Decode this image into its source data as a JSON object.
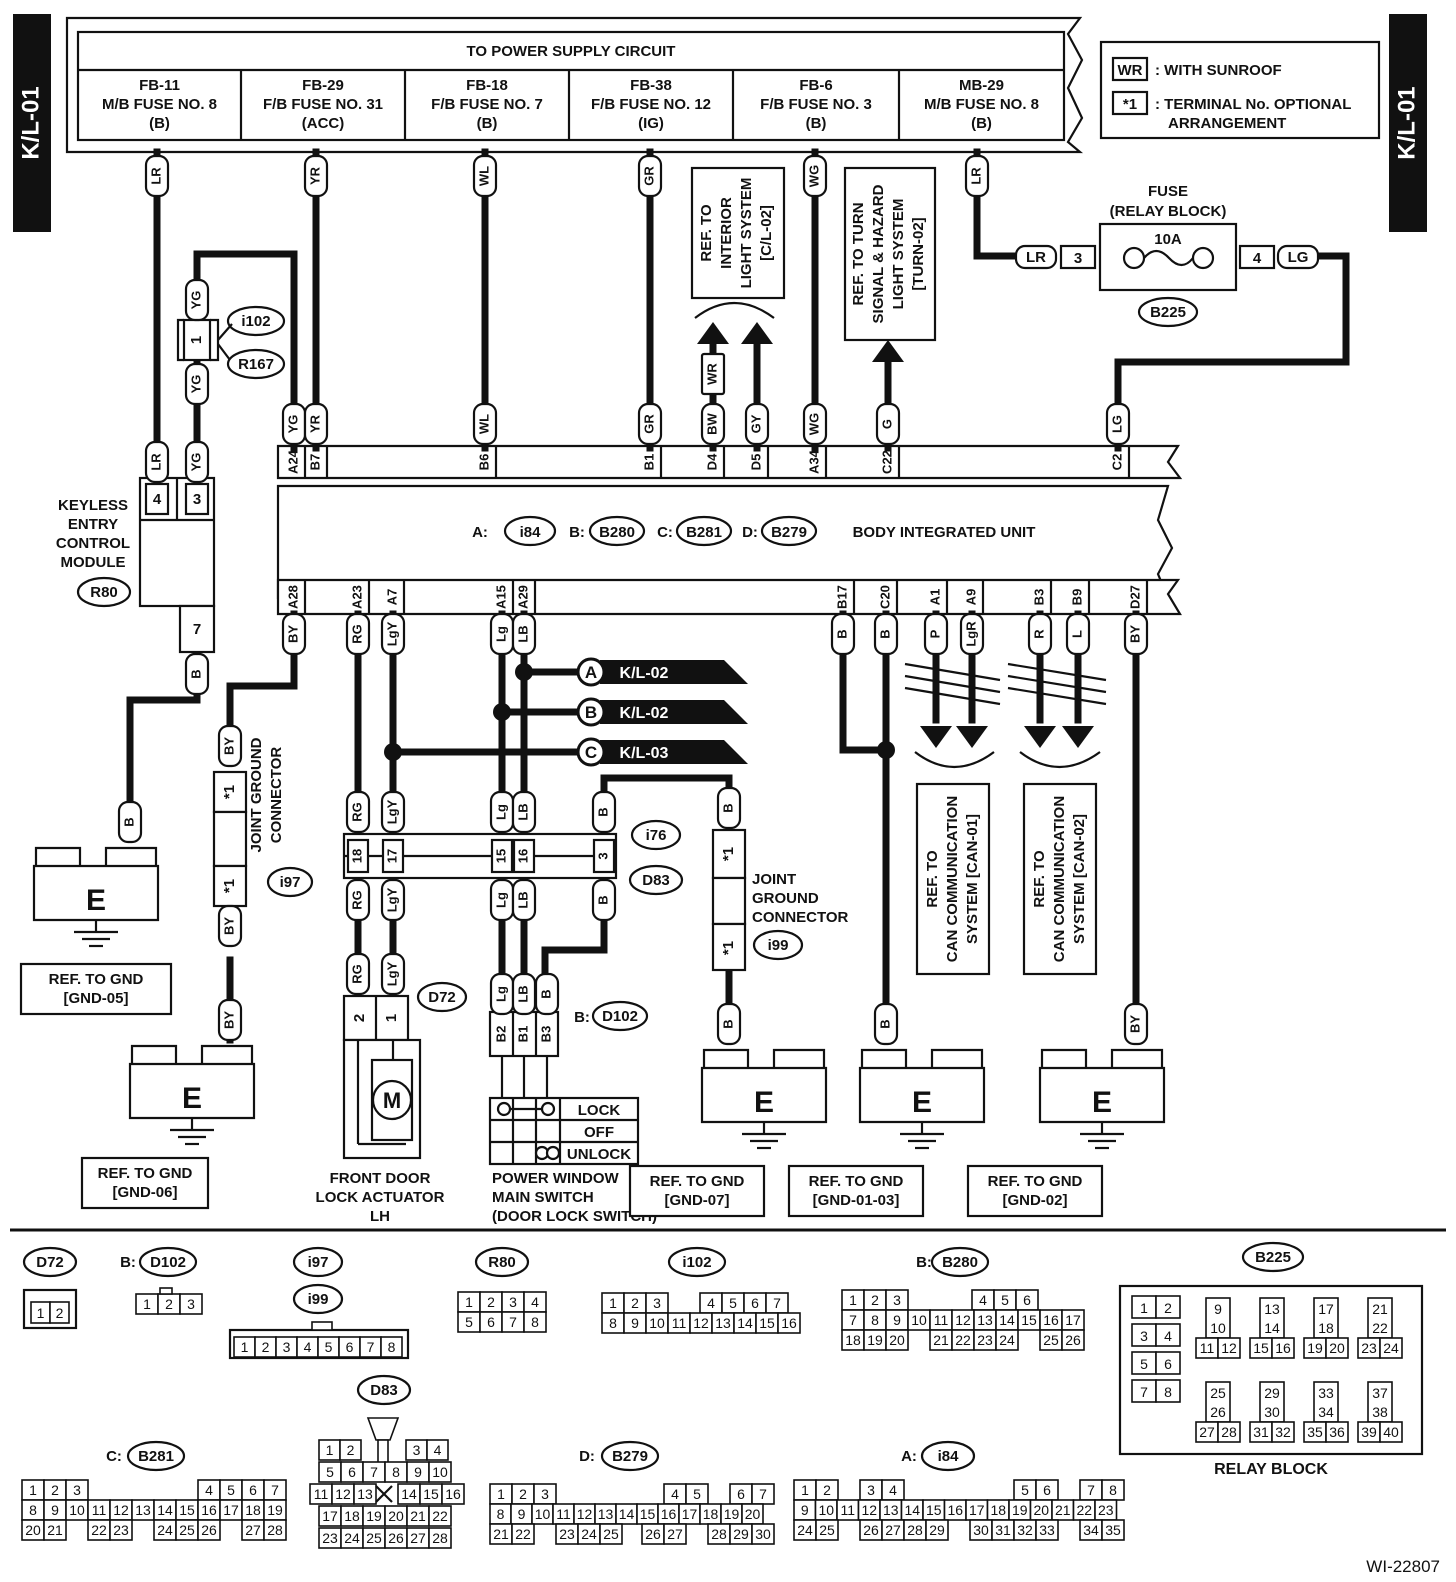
{
  "side_tag": "K/L-01",
  "fig_id": "WI-22807",
  "power_header": "TO POWER SUPPLY CIRCUIT",
  "fuses": [
    {
      "l1": "FB-11",
      "l2": "M/B FUSE NO. 8",
      "l3": "(B)"
    },
    {
      "l1": "FB-29",
      "l2": "F/B FUSE NO. 31",
      "l3": "(ACC)"
    },
    {
      "l1": "FB-18",
      "l2": "F/B FUSE NO. 7",
      "l3": "(B)"
    },
    {
      "l1": "FB-38",
      "l2": "F/B FUSE NO. 12",
      "l3": "(IG)"
    },
    {
      "l1": "FB-6",
      "l2": "F/B FUSE NO. 3",
      "l3": "(B)"
    },
    {
      "l1": "MB-29",
      "l2": "M/B FUSE NO. 8",
      "l3": "(B)"
    }
  ],
  "legend": {
    "wr_tag": "WR",
    "wr_text": ": WITH SUNROOF",
    "star_tag": "*1",
    "star_text1": ": TERMINAL No. OPTIONAL",
    "star_text2": "ARRANGEMENT"
  },
  "relay_fuse": {
    "t1": "FUSE",
    "t2": "(RELAY BLOCK)",
    "amp": "10A",
    "pin_l": "3",
    "pin_r": "4",
    "wire_l": "LR",
    "wire_r": "LG",
    "conn": "B225"
  },
  "ref_interior": [
    "REF. TO",
    "INTERIOR",
    "LIGHT SYSTEM",
    "[C/L-02]"
  ],
  "ref_turn": [
    "REF. TO TURN",
    "SIGNAL & HAZARD",
    "LIGHT SYSTEM",
    "[TURN-02]"
  ],
  "biu": {
    "name": "BODY INTEGRATED UNIT",
    "a": "A:",
    "a_conn": "i84",
    "b": "B:",
    "b_conn": "B280",
    "c": "C:",
    "c_conn": "B281",
    "d": "D:",
    "d_conn": "B279"
  },
  "top_wires": [
    "LR",
    "YR",
    "WL",
    "GR",
    "WG",
    "LR"
  ],
  "biu_top_pins": [
    "A24",
    "B7",
    "B6",
    "B1",
    "D4",
    "D5",
    "A34",
    "C22",
    "C2"
  ],
  "biu_top_wires": [
    "YG",
    "YR",
    "WL",
    "GR",
    "BW",
    "GY",
    "WG",
    "G",
    "LG"
  ],
  "wr_wire": "WR",
  "biu_bot_pins": [
    "A28",
    "A23",
    "A7",
    "A15",
    "A29",
    "B17",
    "C20",
    "A1",
    "A9",
    "B3",
    "B9",
    "D27"
  ],
  "biu_bot_wires": [
    "BY",
    "RG",
    "LgY",
    "Lg",
    "LB",
    "B",
    "B",
    "P",
    "LgR",
    "R",
    "L",
    "BY"
  ],
  "keyless": {
    "l1": "KEYLESS",
    "l2": "ENTRY",
    "l3": "CONTROL",
    "l4": "MODULE",
    "conn": "R80",
    "pin4": "4",
    "pin3": "3",
    "pin7": "7",
    "w_lr": "LR",
    "w_yg": "YG",
    "w_b": "B"
  },
  "i102": {
    "conn1": "i102",
    "conn2": "R167",
    "pin": "1",
    "w1": "YG",
    "w2": "YG"
  },
  "arrows": [
    {
      "tag": "A",
      "ref": "K/L-02"
    },
    {
      "tag": "B",
      "ref": "K/L-02"
    },
    {
      "tag": "C",
      "ref": "K/L-03"
    }
  ],
  "jgc1": {
    "t1": "JOINT GROUND",
    "t2": "CONNECTOR",
    "conn": "i97",
    "star": "*1",
    "w": "BY"
  },
  "jgc2": {
    "t1": "JOINT",
    "t2": "GROUND",
    "t3": "CONNECTOR",
    "conn": "i99",
    "star": "*1",
    "w": "B"
  },
  "i76": {
    "conn1": "i76",
    "conn2": "D83",
    "pins": [
      "18",
      "17",
      "15",
      "16",
      "3"
    ],
    "wires_top": [
      "RG",
      "LgY",
      "Lg",
      "LB",
      "B"
    ],
    "wires_bot": [
      "RG",
      "LgY",
      "Lg",
      "LB",
      "B"
    ]
  },
  "actuator": {
    "conn": "D72",
    "pins": [
      "2",
      "1"
    ],
    "wires": [
      "RG",
      "LgY"
    ],
    "motor": "M",
    "l1": "FRONT DOOR",
    "l2": "LOCK ACTUATOR",
    "l3": "LH"
  },
  "pwsw": {
    "conn_pre": "B:",
    "conn": "D102",
    "pins": [
      "B2",
      "B1",
      "B3"
    ],
    "wires": [
      "Lg",
      "LB",
      "B"
    ],
    "rows": [
      "LOCK",
      "OFF",
      "UNLOCK"
    ],
    "l1": "POWER WINDOW",
    "l2": "MAIN SWITCH",
    "l3": "(DOOR LOCK SWITCH)"
  },
  "can1": [
    "REF. TO",
    "CAN COMMUNICATION",
    "SYSTEM [CAN-01]"
  ],
  "can2": [
    "REF. TO",
    "CAN COMMUNICATION",
    "SYSTEM [CAN-02]"
  ],
  "grounds": [
    {
      "e": "E",
      "w": "B",
      "ref1": "REF. TO GND",
      "ref2": "[GND-05]"
    },
    {
      "e": "E",
      "w": "BY",
      "ref1": "REF. TO GND",
      "ref2": "[GND-06]"
    },
    {
      "e": "E",
      "w": "B",
      "ref1": "REF. TO GND",
      "ref2": "[GND-07]"
    },
    {
      "e": "E",
      "w": "B",
      "ref1": "REF. TO GND",
      "ref2": "[GND-01-03]"
    },
    {
      "e": "E",
      "w": "BY",
      "ref1": "REF. TO GND",
      "ref2": "[GND-02]"
    }
  ],
  "connector_views": {
    "d72": {
      "name": "D72",
      "pins": [
        "1",
        "2"
      ]
    },
    "d102": {
      "pre": "B:",
      "name": "D102",
      "pins": [
        "1",
        "2",
        "3"
      ]
    },
    "i97": {
      "name": "i97",
      "name2": "i99",
      "pins": [
        "1",
        "2",
        "3",
        "4",
        "5",
        "6",
        "7",
        "8"
      ]
    },
    "r80": {
      "name": "R80",
      "row1": [
        "1",
        "2",
        "3",
        "4"
      ],
      "row2": [
        "5",
        "6",
        "7",
        "8"
      ]
    },
    "i102": {
      "name": "i102",
      "row1": [
        "1",
        "2",
        "3",
        "",
        "4",
        "5",
        "6",
        "7"
      ],
      "row2": [
        "8",
        "9",
        "10",
        "11",
        "12",
        "13",
        "14",
        "15",
        "16"
      ]
    },
    "b280": {
      "pre": "B:",
      "name": "B280",
      "row1": [
        "1",
        "2",
        "3",
        "",
        "",
        "4",
        "5",
        "6"
      ],
      "row2": [
        "7",
        "8",
        "9",
        "10",
        "11",
        "12",
        "13",
        "14",
        "15",
        "16",
        "17"
      ],
      "row3": [
        "18",
        "19",
        "20",
        "21",
        "22",
        "23",
        "24",
        "25",
        "26"
      ]
    },
    "b225": {
      "name": "B225",
      "caption": "RELAY BLOCK",
      "left": [
        "1",
        "2",
        "3",
        "4",
        "5",
        "6",
        "7",
        "8"
      ],
      "cols": [
        [
          "9",
          "10",
          "11",
          "12"
        ],
        [
          "13",
          "14",
          "15",
          "16"
        ],
        [
          "17",
          "18",
          "19",
          "20"
        ],
        [
          "21",
          "22",
          "23",
          "24"
        ],
        [
          "25",
          "26",
          "27",
          "28"
        ],
        [
          "29",
          "30",
          "31",
          "32"
        ],
        [
          "33",
          "34",
          "35",
          "36"
        ],
        [
          "37",
          "38",
          "39",
          "40"
        ]
      ]
    },
    "d83": {
      "name": "D83",
      "row1": [
        "1",
        "2",
        "",
        "3",
        "4"
      ],
      "row2": [
        "5",
        "6",
        "7",
        "8",
        "9",
        "10"
      ],
      "row3": [
        "11",
        "12",
        "13",
        "",
        "14",
        "15",
        "16"
      ],
      "row4": [
        "17",
        "18",
        "19",
        "20",
        "21",
        "22"
      ],
      "row5": [
        "23",
        "24",
        "25",
        "26",
        "27",
        "28"
      ]
    },
    "b281": {
      "pre": "C:",
      "name": "B281",
      "row1": [
        "1",
        "2",
        "3",
        "4",
        "5",
        "6",
        "7"
      ],
      "row2": [
        "8",
        "9",
        "10",
        "11",
        "12",
        "13",
        "14",
        "15",
        "16",
        "17",
        "18",
        "19"
      ],
      "row3": [
        "20",
        "21",
        "22",
        "23",
        "24",
        "25",
        "26",
        "27",
        "28"
      ]
    },
    "b279": {
      "pre": "D:",
      "name": "B279",
      "row1": [
        "1",
        "2",
        "3",
        "4",
        "5",
        "6",
        "7"
      ],
      "row2": [
        "8",
        "9",
        "10",
        "11",
        "12",
        "13",
        "14",
        "15",
        "16",
        "17",
        "18",
        "19",
        "20"
      ],
      "row3": [
        "21",
        "22",
        "23",
        "24",
        "25",
        "26",
        "27",
        "28",
        "29",
        "30"
      ]
    },
    "i84": {
      "pre": "A:",
      "name": "i84",
      "row1": [
        "1",
        "2",
        "3",
        "4",
        "5",
        "6",
        "7",
        "8"
      ],
      "row2": [
        "9",
        "10",
        "11",
        "12",
        "13",
        "14",
        "15",
        "16",
        "17",
        "18",
        "19",
        "20",
        "21",
        "22",
        "23"
      ],
      "row3": [
        "24",
        "25",
        "26",
        "27",
        "28",
        "29",
        "30",
        "31",
        "32",
        "33",
        "34",
        "35"
      ]
    }
  }
}
